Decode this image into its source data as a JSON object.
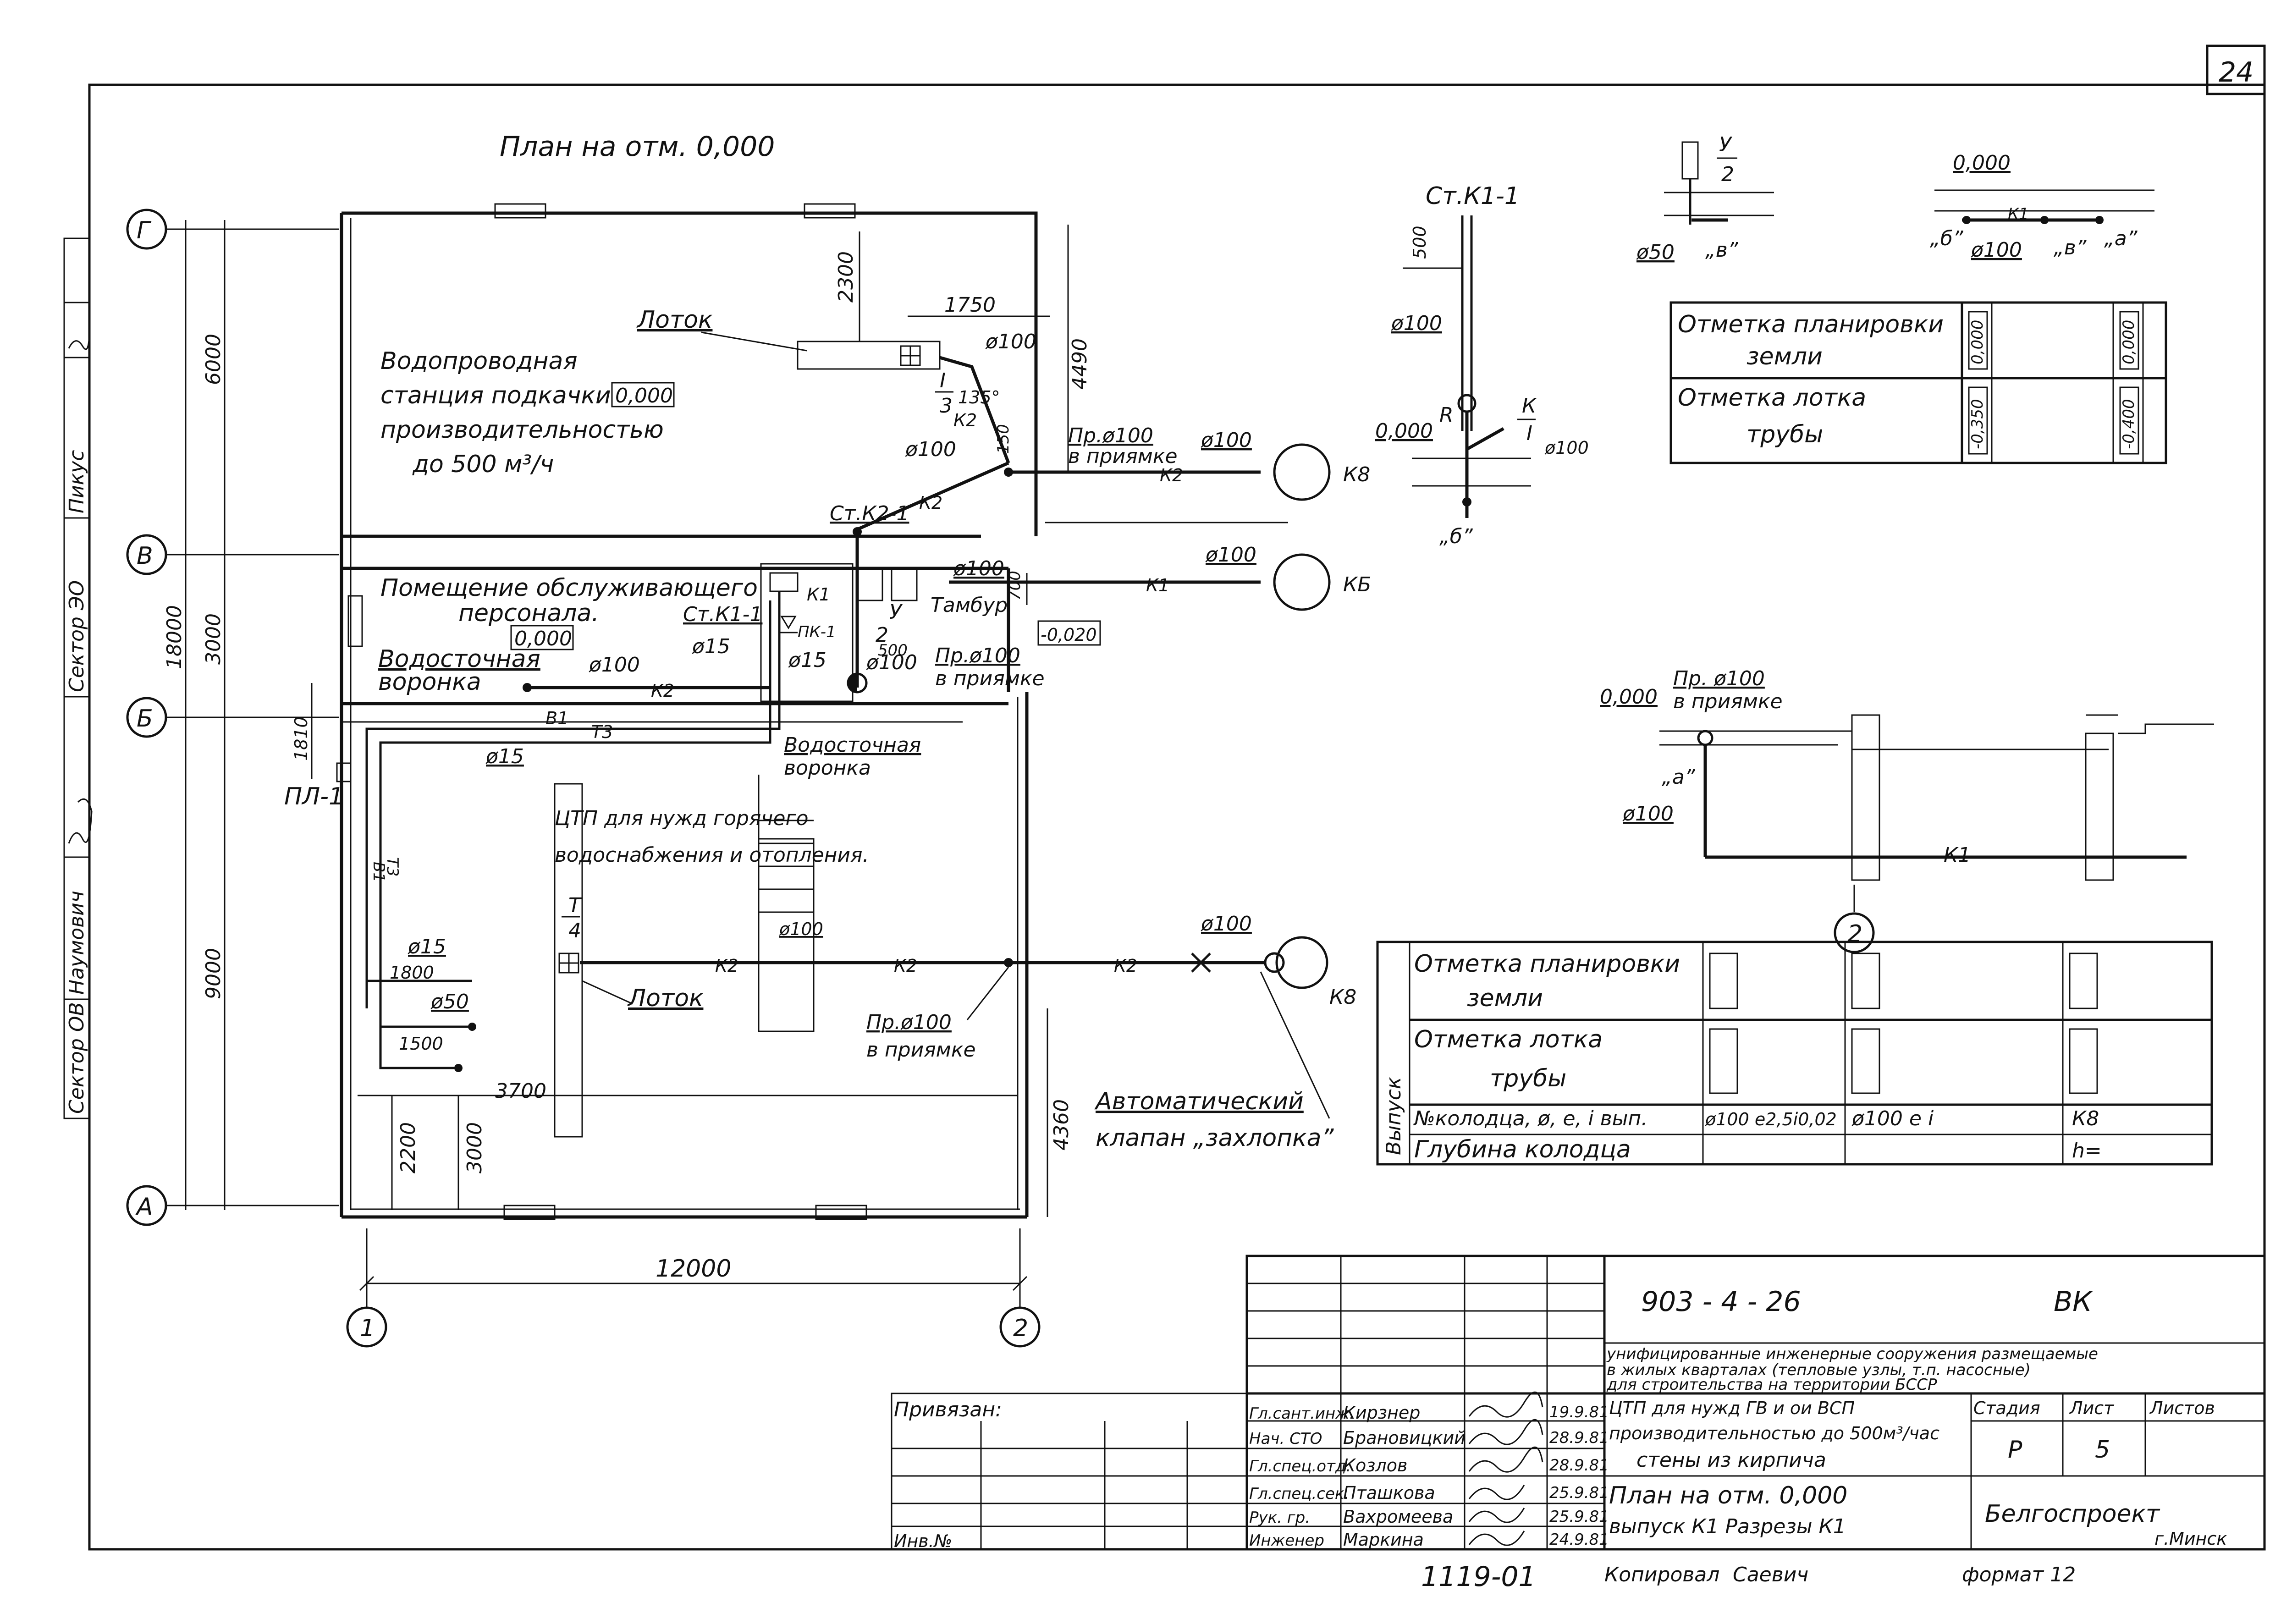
{
  "sheet_number": "24",
  "plan_title": "План на отм. 0,000",
  "axes": {
    "rows": [
      "Г",
      "В",
      "Б",
      "А"
    ],
    "cols": [
      "1",
      "2"
    ]
  },
  "dims_left": [
    "6000",
    "18000",
    "3000",
    "9000",
    "1810",
    "2200",
    "3000"
  ],
  "dims_top": [
    "2300",
    "1750",
    "4490",
    "150",
    "700",
    "500",
    "4360",
    "3700",
    "12000"
  ],
  "rooms": {
    "pump_station": [
      "Водопроводная",
      "станция подкачки",
      "производительностью",
      "до 500 м³/ч"
    ],
    "pump_level": "0,000",
    "staff_room": [
      "Помещение обслуживающего",
      "персонала."
    ],
    "staff_level": "0,000",
    "ctp": [
      "ЦТП для нужд горячего",
      "водоснабжения и отопления."
    ],
    "tambur": "Тамбур",
    "tambur_level": "-0,020"
  },
  "labels": {
    "lotok": "Лоток",
    "lotok2": "Лоток",
    "sec_i": "I",
    "sec_3": "3",
    "sec_t": "Т",
    "sec_4": "4",
    "angle": "135°",
    "st_k2": "Ст.К2-1",
    "st_k1": "Ст.К1-1",
    "d100": "ø100",
    "d15": "ø15",
    "d50": "ø50",
    "pr_d100": "Пр.ø100",
    "v_priyamke": "в приямке",
    "vodostoch": "Водосточная",
    "voronka": "воронка",
    "pk": "ПК-1",
    "pl": "ПЛ-1",
    "k1": "К1",
    "k2": "К2",
    "b1": "В1",
    "t3": "Т3",
    "y": "У",
    "two": "2",
    "kv": "К8",
    "kb": "КБ",
    "d1800": "1800",
    "d1500": "1500",
    "auto_valve": [
      "Автоматический",
      "клапан „захлопка”"
    ]
  },
  "riser": {
    "title": "Ст.К1-1",
    "dim": "500",
    "d100": "ø100",
    "level": "0,000",
    "r": "R",
    "k": "К",
    "one": "I",
    "b": "„б”"
  },
  "detail_y": {
    "y": "У",
    "two": "2",
    "d50": "ø50",
    "v": "„в”"
  },
  "detail_level": {
    "level": "0,000",
    "k1": "К1",
    "b": "„б”",
    "d100": "ø100",
    "v": "„в”",
    "a": "„а”"
  },
  "small_table": {
    "row1": [
      "Отметка планировки",
      "земли"
    ],
    "row2": [
      "Отметка лотка",
      "трубы"
    ],
    "v1a": "0,000",
    "v1b": "0,000",
    "v2a": "-0,350",
    "v2b": "-0,400"
  },
  "section2": {
    "level": "0,000",
    "pr": "Пр. ø100",
    "priyamke": "в приямке",
    "a": "„а”",
    "d100": "ø100",
    "k1": "К1",
    "num": "2"
  },
  "vypusk_table": {
    "side": "Выпуск",
    "row1": [
      "Отметка планировки",
      "земли"
    ],
    "row2": [
      "Отметка лотка",
      "трубы"
    ],
    "row3": "№колодца, ø, е, і  вып.",
    "row3_vals": [
      "ø100 е2,5і0,02",
      "ø100     е      і",
      "К8"
    ],
    "row4": "Глубина колодца",
    "row4_val": "h="
  },
  "title_block": {
    "code": "903 - 4 - 26",
    "mark": "ВК",
    "desc": [
      "унифицированные инженерные сооружения размещаемые",
      "в жилых кварталах (тепловые узлы, т.п. насосные)",
      "для строительства на территории БССР"
    ],
    "project": [
      "ЦТП для нужд ГВ и ои ВСП",
      "производительностью до 500м³/час",
      "стены из кирпича"
    ],
    "sheet_title": [
      "План на отм. 0,000",
      "выпуск К1 Разрезы К1"
    ],
    "stage_hdr": "Стадия",
    "sheet_hdr": "Лист",
    "sheets_hdr": "Листов",
    "stage": "Р",
    "sheet": "5",
    "org": "Белгоспроект",
    "city": "г.Минск",
    "privyazan": "Привязан:",
    "inv": "Инв.№",
    "roles": [
      "Гл.сант.инж.",
      "Нач. СТО",
      "Гл.спец.отд.",
      "Гл.спец.сек.",
      "Рук. гр.",
      "Инженер"
    ],
    "names": [
      "Кирзнер",
      "Брановицкий",
      "Козлов",
      "Пташкова",
      "Вахромеева",
      "Маркина"
    ],
    "dates": [
      "19.9.81",
      "28.9.81",
      "28.9.81",
      "25.9.81",
      "25.9.81",
      "24.9.81"
    ],
    "copied": "Копировал",
    "copier": "Саевич",
    "format": "формат 12",
    "number": "1119-01"
  },
  "margin_stamp": [
    "Сектор ОВ",
    "Наумович",
    "Сектор ЭО",
    "Пикус"
  ]
}
